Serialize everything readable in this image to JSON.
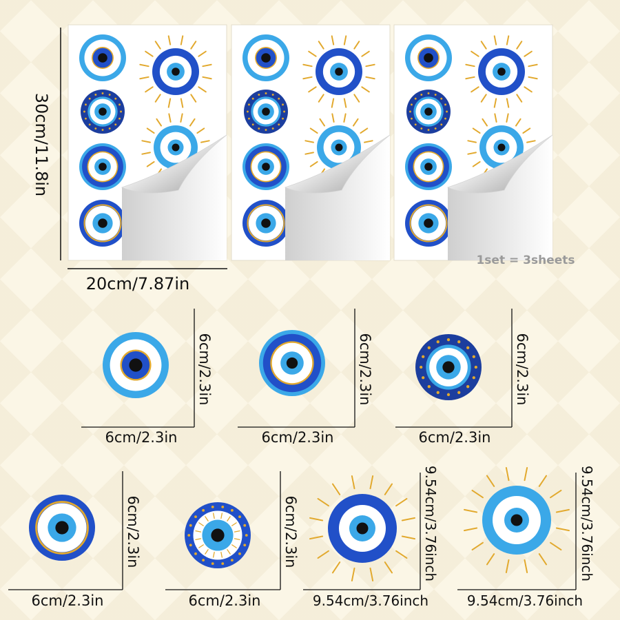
{
  "colors": {
    "dark_blue": "#1c3e9e",
    "mid_blue": "#2150c8",
    "light_blue": "#3ba8e8",
    "white": "#ffffff",
    "gold": "#e2a92e",
    "pupil": "#111111",
    "background": "#fbf6e6"
  },
  "sheet_set": {
    "height_label": "30cm/11.8in",
    "width_label": "20cm/7.87in",
    "set_note": "1set = 3sheets",
    "sheet_count": 3
  },
  "stickers": [
    {
      "name": "sticker-plain-eye",
      "design": "plain",
      "width_label": "6cm/2.3in",
      "height_label": "6cm/2.3in"
    },
    {
      "name": "sticker-gold-ring-eye",
      "design": "gold-ring",
      "width_label": "6cm/2.3in",
      "height_label": "6cm/2.3in"
    },
    {
      "name": "sticker-dotted-eye",
      "design": "dotted",
      "width_label": "6cm/2.3in",
      "height_label": "6cm/2.3in"
    },
    {
      "name": "sticker-gold-lined-eye",
      "design": "gold-lined",
      "width_label": "6cm/2.3in",
      "height_label": "6cm/2.3in"
    },
    {
      "name": "sticker-rayed-dot-eye",
      "design": "rayed-dot",
      "width_label": "6cm/2.3in",
      "height_label": "6cm/2.3in"
    },
    {
      "name": "sticker-sun-dark-eye",
      "design": "sun-dark",
      "width_label": "9.54cm/3.76inch",
      "height_label": "9.54cm/3.76inch"
    },
    {
      "name": "sticker-sun-light-eye",
      "design": "sun-light",
      "width_label": "9.54cm/3.76inch",
      "height_label": "9.54cm/3.76inch"
    }
  ]
}
